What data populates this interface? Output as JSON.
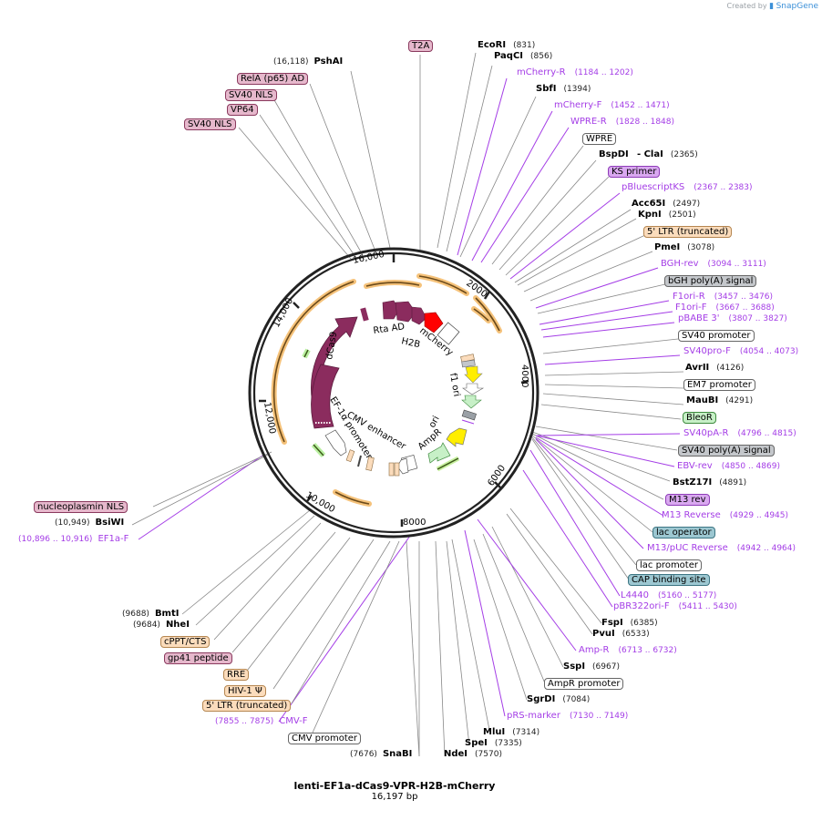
{
  "credit": {
    "prefix": "Created by",
    "brand": "SnapGene"
  },
  "plasmid": {
    "name": "lenti-EF1a-dCas9-VPR-H2B-mCherry",
    "length": "16,197 bp"
  },
  "ticks": [
    {
      "label": "2000"
    },
    {
      "label": "4000"
    },
    {
      "label": "6000"
    },
    {
      "label": "8000"
    },
    {
      "label": "10,000"
    },
    {
      "label": "12,000"
    },
    {
      "label": "14,000"
    },
    {
      "label": "16,000"
    }
  ],
  "inner_labels": {
    "rta_ad": "Rta AD",
    "h2b": "H2B",
    "mcherry": "mCherry",
    "f1_ori": "f1 ori",
    "ori": "ori",
    "ampr": "AmpR",
    "cmv_enhancer": "CMV enhancer",
    "ef1a_promoter": "EF-1α promoter",
    "dcas9": "dCas9"
  },
  "right_labels": [
    {
      "type": "feature",
      "text": "T2A",
      "style": "pink"
    },
    {
      "type": "enzyme",
      "name": "EcoRI",
      "pos": "(831)"
    },
    {
      "type": "enzyme",
      "name": "PaqCI",
      "pos": "(856)"
    },
    {
      "type": "primer",
      "name": "mCherry-R",
      "pos": "(1184 .. 1202)"
    },
    {
      "type": "enzyme",
      "name": "SbfI",
      "pos": "(1394)"
    },
    {
      "type": "primer",
      "name": "mCherry-F",
      "pos": "(1452 .. 1471)"
    },
    {
      "type": "primer",
      "name": "WPRE-R",
      "pos": "(1828 .. 1848)"
    },
    {
      "type": "feature",
      "text": "WPRE",
      "style": "white"
    },
    {
      "type": "enzyme",
      "name": "BspDI",
      "extra": "- ClaI",
      "pos": "(2365)"
    },
    {
      "type": "feature",
      "text": "KS primer",
      "style": "purple"
    },
    {
      "type": "primer",
      "name": "pBluescriptKS",
      "pos": "(2367 .. 2383)"
    },
    {
      "type": "enzyme",
      "name": "Acc65I",
      "pos": "(2497)"
    },
    {
      "type": "enzyme",
      "name": "KpnI",
      "pos": "(2501)"
    },
    {
      "type": "feature",
      "text": "5' LTR (truncated)",
      "style": "peach"
    },
    {
      "type": "enzyme",
      "name": "PmeI",
      "pos": "(3078)"
    },
    {
      "type": "primer",
      "name": "BGH-rev",
      "pos": "(3094 .. 3111)"
    },
    {
      "type": "feature",
      "text": "bGH poly(A) signal",
      "style": "gray"
    },
    {
      "type": "primer",
      "name": "F1ori-R",
      "pos": "(3457 .. 3476)"
    },
    {
      "type": "primer",
      "name": "F1ori-F",
      "pos": "(3667 .. 3688)"
    },
    {
      "type": "primer",
      "name": "pBABE 3'",
      "pos": "(3807 .. 3827)"
    },
    {
      "type": "feature",
      "text": "SV40 promoter",
      "style": "white"
    },
    {
      "type": "primer",
      "name": "SV40pro-F",
      "pos": "(4054 .. 4073)"
    },
    {
      "type": "enzyme",
      "name": "AvrII",
      "pos": "(4126)"
    },
    {
      "type": "feature",
      "text": "EM7 promoter",
      "style": "white"
    },
    {
      "type": "enzyme",
      "name": "MauBI",
      "pos": "(4291)"
    },
    {
      "type": "feature",
      "text": "BleoR",
      "style": "green"
    },
    {
      "type": "primer",
      "name": "SV40pA-R",
      "pos": "(4796 .. 4815)"
    },
    {
      "type": "feature",
      "text": "SV40 poly(A) signal",
      "style": "gray"
    },
    {
      "type": "primer",
      "name": "EBV-rev",
      "pos": "(4850 .. 4869)"
    },
    {
      "type": "enzyme",
      "name": "BstZ17I",
      "pos": "(4891)"
    },
    {
      "type": "feature",
      "text": "M13 rev",
      "style": "purple"
    },
    {
      "type": "primer",
      "name": "M13 Reverse",
      "pos": "(4929 .. 4945)"
    },
    {
      "type": "feature",
      "text": "lac operator",
      "style": "teal"
    },
    {
      "type": "primer",
      "name": "M13/pUC Reverse",
      "pos": "(4942 .. 4964)"
    },
    {
      "type": "feature",
      "text": "lac promoter",
      "style": "white"
    },
    {
      "type": "feature",
      "text": "CAP binding site",
      "style": "teal"
    },
    {
      "type": "primer",
      "name": "L4440",
      "pos": "(5160 .. 5177)"
    },
    {
      "type": "primer",
      "name": "pBR322ori-F",
      "pos": "(5411 .. 5430)"
    },
    {
      "type": "enzyme",
      "name": "FspI",
      "pos": "(6385)"
    },
    {
      "type": "enzyme",
      "name": "PvuI",
      "pos": "(6533)"
    },
    {
      "type": "primer",
      "name": "Amp-R",
      "pos": "(6713 .. 6732)"
    },
    {
      "type": "enzyme",
      "name": "SspI",
      "pos": "(6967)"
    },
    {
      "type": "feature",
      "text": "AmpR promoter",
      "style": "white"
    },
    {
      "type": "enzyme",
      "name": "SgrDI",
      "pos": "(7084)"
    },
    {
      "type": "primer",
      "name": "pRS-marker",
      "pos": "(7130 .. 7149)"
    },
    {
      "type": "enzyme",
      "name": "MluI",
      "pos": "(7314)"
    },
    {
      "type": "enzyme",
      "name": "SpeI",
      "pos": "(7335)"
    },
    {
      "type": "enzyme",
      "name": "NdeI",
      "pos": "(7570)"
    }
  ],
  "left_labels": [
    {
      "type": "enzyme",
      "name": "PshAI",
      "pos": "(16,118)"
    },
    {
      "type": "feature",
      "text": "RelA (p65) AD",
      "style": "pink"
    },
    {
      "type": "feature",
      "text": "SV40 NLS",
      "style": "pink"
    },
    {
      "type": "feature",
      "text": "VP64",
      "style": "pink"
    },
    {
      "type": "feature",
      "text": "SV40 NLS",
      "style": "pink"
    },
    {
      "type": "feature",
      "text": "nucleoplasmin NLS",
      "style": "pink"
    },
    {
      "type": "enzyme",
      "name": "BsiWI",
      "pos": "(10,949)"
    },
    {
      "type": "primer",
      "name": "EF1a-F",
      "pos": "(10,896 .. 10,916)"
    },
    {
      "type": "enzyme",
      "name": "BmtI",
      "pos": "(9688)"
    },
    {
      "type": "enzyme",
      "name": "NheI",
      "pos": "(9684)"
    },
    {
      "type": "feature",
      "text": "cPPT/CTS",
      "style": "peach"
    },
    {
      "type": "feature",
      "text": "gp41 peptide",
      "style": "pink"
    },
    {
      "type": "feature",
      "text": "RRE",
      "style": "peach"
    },
    {
      "type": "feature",
      "text": "HIV-1 Ψ",
      "style": "peach"
    },
    {
      "type": "feature",
      "text": "5' LTR (truncated)",
      "style": "peach"
    },
    {
      "type": "primer",
      "name": "CMV-F",
      "pos": "(7855 .. 7875)"
    },
    {
      "type": "feature",
      "text": "CMV promoter",
      "style": "white"
    },
    {
      "type": "enzyme",
      "name": "SnaBI",
      "pos": "(7676)"
    }
  ],
  "colors": {
    "backbone": "#222222",
    "primer": "#a43de6",
    "orf_purple": "#8b2c5e",
    "mcherry": "#ff0000",
    "orf_orange": "#f5c27a",
    "ori_yellow": "#ffee00",
    "ampr_green": "#c7f0c7"
  }
}
